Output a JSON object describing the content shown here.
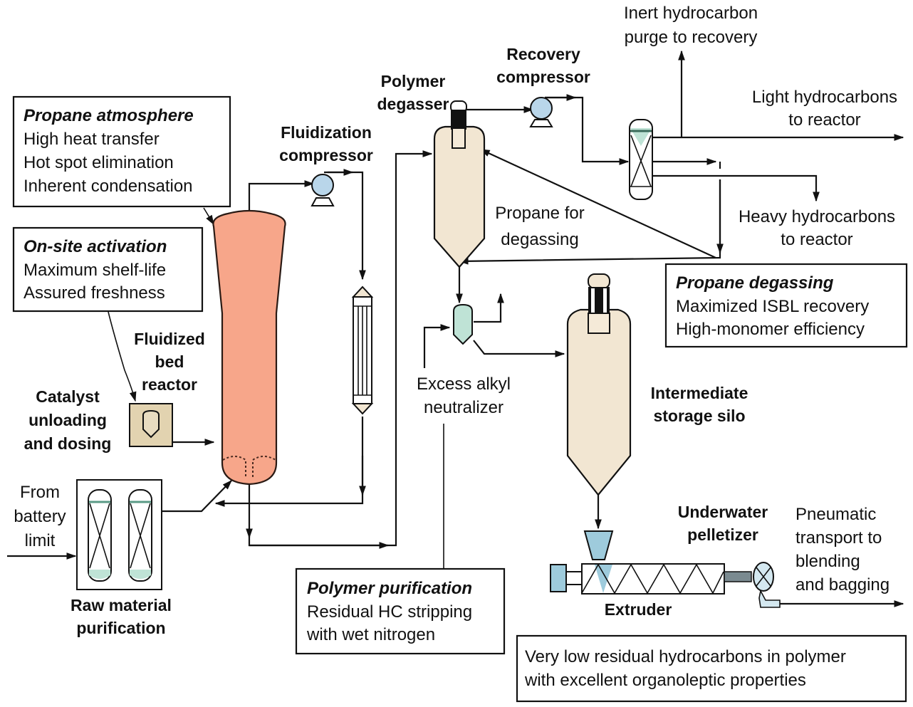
{
  "colors": {
    "reactor_fill": "#f7a68a",
    "vessel_fill": "#f2e6d2",
    "equipment_blue": "#b9d6ea",
    "equipment_green": "#bfe3d6",
    "catalyst_fill": "#e2d3b0",
    "extruder_blue": "#9ecbdc",
    "line": "#111111"
  },
  "callouts": {
    "propane_atmosphere": {
      "title": "Propane atmosphere",
      "lines": [
        "High heat transfer",
        "Hot spot elimination",
        "Inherent condensation"
      ]
    },
    "onsite_activation": {
      "title": "On-site activation",
      "lines": [
        "Maximum shelf-life",
        "Assured freshness"
      ]
    },
    "propane_degassing": {
      "title": "Propane degassing",
      "lines": [
        "Maximized ISBL recovery",
        "High-monomer efficiency"
      ]
    },
    "polymer_purification": {
      "title": "Polymer purification",
      "lines": [
        "Residual HC stripping",
        "with wet nitrogen"
      ]
    },
    "final_note": {
      "lines": [
        "Very low residual hydrocarbons in polymer",
        "with excellent organoleptic properties"
      ]
    }
  },
  "equipment_labels": {
    "fluidization_compressor": [
      "Fluidization",
      "compressor"
    ],
    "polymer_degasser": [
      "Polymer",
      "degasser"
    ],
    "recovery_compressor": [
      "Recovery",
      "compressor"
    ],
    "fluidized_bed_reactor": [
      "Fluidized",
      "bed",
      "reactor"
    ],
    "catalyst_unloading": [
      "Catalyst",
      "unloading",
      "and dosing"
    ],
    "raw_material_purification": [
      "Raw material",
      "purification"
    ],
    "intermediate_storage_silo": [
      "Intermediate",
      "storage silo"
    ],
    "underwater_pelletizer": [
      "Underwater",
      "pelletizer"
    ],
    "extruder": [
      "Extruder"
    ]
  },
  "stream_labels": {
    "inert_purge": [
      "Inert hydrocarbon",
      "purge to recovery"
    ],
    "light_hc": [
      "Light hydrocarbons",
      "to reactor"
    ],
    "heavy_hc": [
      "Heavy hydrocarbons",
      "to reactor"
    ],
    "propane_for_degassing": [
      "Propane for",
      "degassing"
    ],
    "excess_alkyl_neutralizer": [
      "Excess alkyl",
      "neutralizer"
    ],
    "from_battery_limit": [
      "From",
      "battery",
      "limit"
    ],
    "pneumatic_transport": [
      "Pneumatic",
      "transport to",
      "blending",
      "and bagging"
    ]
  }
}
